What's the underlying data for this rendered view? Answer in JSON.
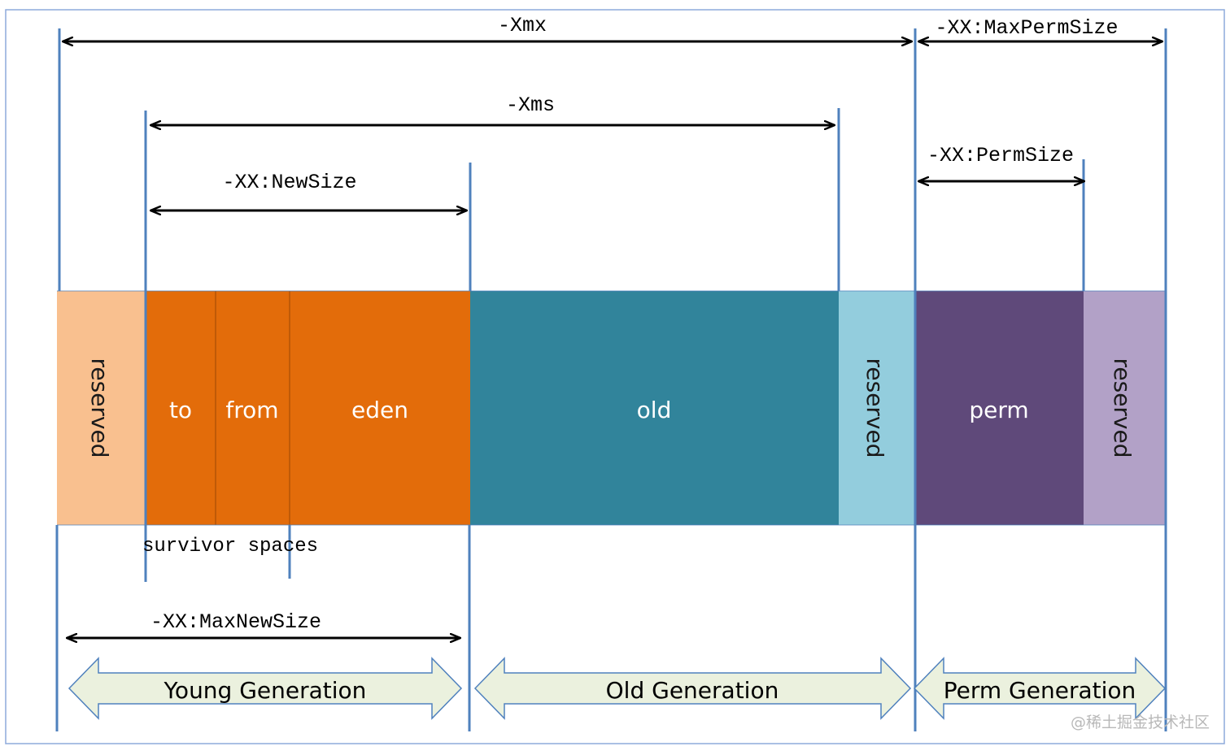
{
  "params": {
    "xmx": "-Xmx",
    "max_perm_size": "-XX:MaxPermSize",
    "xms": "-Xms",
    "perm_size": "-XX:PermSize",
    "new_size": "-XX:NewSize",
    "max_new_size": "-XX:MaxNewSize"
  },
  "segments": {
    "reserved_young": "reserved",
    "to": "to",
    "from": "from",
    "eden": "eden",
    "old": "old",
    "reserved_old": "reserved",
    "perm": "perm",
    "reserved_perm": "reserved"
  },
  "survivor_label": "survivor spaces",
  "generations": {
    "young": "Young Generation",
    "old": "Old Generation",
    "perm": "Perm Generation"
  },
  "watermark": "@稀土掘金技术社区",
  "colors": {
    "reserved_young": "#f9c08f",
    "young": "#e36c0a",
    "old": "#31849b",
    "reserved_old": "#93cddd",
    "perm": "#5f497a",
    "reserved_perm": "#b2a1c7",
    "guide_line": "#4f81bd",
    "generation_arrow_fill": "#ebf1de"
  }
}
